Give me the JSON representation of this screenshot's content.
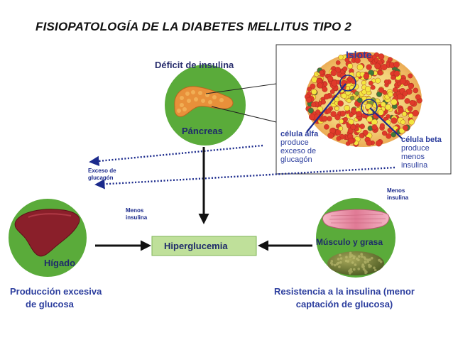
{
  "diagram": {
    "title": "FISIOPATOLOGÍA DE LA DIABETES MELLITUS TIPO 2",
    "pancreas": {
      "deficit_label": "Déficit de insulina",
      "label": "Páncreas"
    },
    "islet": {
      "title": "Islote",
      "alpha": {
        "name": "célula alfa",
        "lines": [
          "produce",
          "exceso de",
          "glucagón"
        ]
      },
      "beta": {
        "name": "célula beta",
        "lines": [
          "produce",
          "menos",
          "insulina"
        ]
      }
    },
    "arrow_labels": {
      "glucagon": [
        "Exceso de",
        "glucagón"
      ],
      "less_insulin_right": [
        "Menos",
        "insulina"
      ],
      "less_insulin_left": [
        "Menos",
        "insulina"
      ]
    },
    "center": {
      "label": "Hiperglucemia"
    },
    "liver": {
      "label": "Hígado",
      "effect": [
        "Producción excesiva",
        "de glucosa"
      ]
    },
    "muscle": {
      "label": "Músculo y grasa",
      "effect": [
        "Resistencia a la insulina (menor",
        "captación de glucosa)"
      ]
    },
    "colors": {
      "green": "#5aab3a",
      "hyper_box": "#bfe09a",
      "label_text": "#2a2f6e",
      "dotted_arrow": "#1b2a8c",
      "islet_red": "#e03a2a",
      "islet_yellow": "#f3e640"
    }
  }
}
